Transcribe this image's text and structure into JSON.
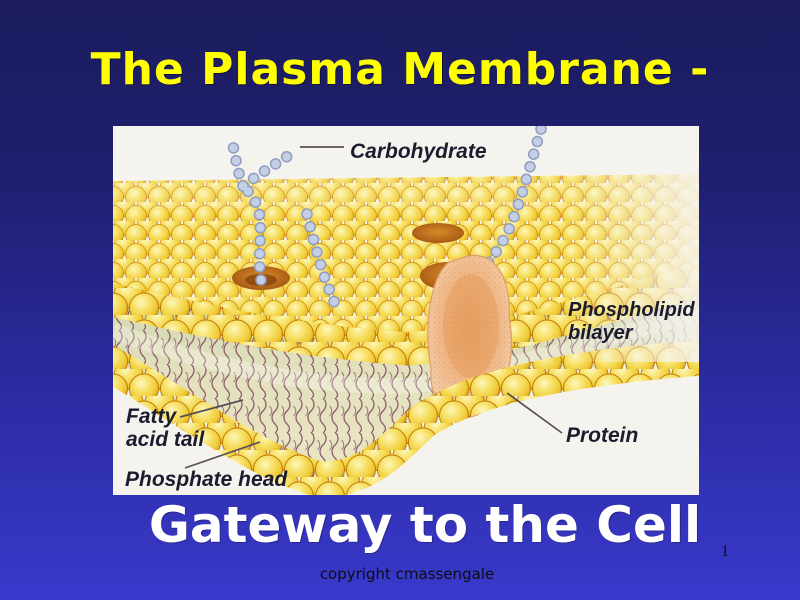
{
  "slide": {
    "title": "The Plasma Membrane -",
    "subtitle": "Gateway to the Cell",
    "footer": {
      "copyright": "copyright cmassengale",
      "page_number": "1"
    },
    "colors": {
      "background_top": "#1c1c5e",
      "background_bottom": "#3939cc",
      "title_text": "#ffff00",
      "subtitle_text": "#ffffff",
      "footer_text": "#0d0d0d"
    }
  },
  "diagram": {
    "type": "plasma-membrane-illustration",
    "labels": {
      "carbohydrate": "Carbohydrate",
      "phospholipid_bilayer_line1": "Phospholipid",
      "phospholipid_bilayer_line2": "bilayer",
      "fatty_acid_tail_line1": "Fatty",
      "fatty_acid_tail_line2": "acid tail",
      "phosphate_head": "Phosphate head",
      "protein": "Protein"
    },
    "colors": {
      "phosphate_head_sphere": "#f2cf3a",
      "fatty_acid_tail": "#7e465e",
      "protein_blob": "#f0b98d",
      "carbohydrate_beads": "#bcc8e0",
      "label_text": "#1c1c2e",
      "illustration_background": "#f5f3ee"
    }
  }
}
